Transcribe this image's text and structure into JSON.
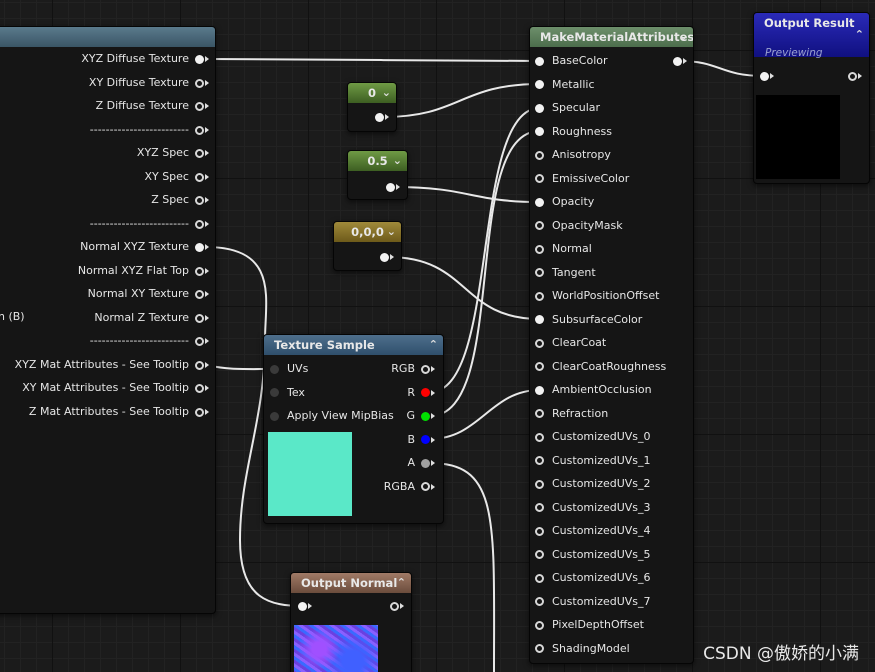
{
  "func_node": {
    "outputs": [
      "XYZ Diffuse Texture",
      "XY Diffuse Texture",
      "Z Diffuse Texture",
      "-------------------------",
      "XYZ Spec",
      "XY Spec",
      "Z Spec",
      "-------------------------",
      "Normal XYZ Texture",
      "Normal XYZ Flat Top",
      "Normal XY Texture",
      "Normal Z Texture",
      "-------------------------",
      "XYZ Mat Attributes - See Tooltip",
      "XY Mat Attributes - See Tooltip",
      "Z Mat Attributes - See Tooltip"
    ],
    "clipped_input": "n (B)"
  },
  "mma_node": {
    "title": "MakeMaterialAttributes",
    "collapse_icon": "chevron-down-icon",
    "inputs": [
      "BaseColor",
      "Metallic",
      "Specular",
      "Roughness",
      "Anisotropy",
      "EmissiveColor",
      "Opacity",
      "OpacityMask",
      "Normal",
      "Tangent",
      "WorldPositionOffset",
      "SubsurfaceColor",
      "ClearCoat",
      "ClearCoatRoughness",
      "AmbientOcclusion",
      "Refraction",
      "CustomizedUVs_0",
      "CustomizedUVs_1",
      "CustomizedUVs_2",
      "CustomizedUVs_3",
      "CustomizedUVs_4",
      "CustomizedUVs_5",
      "CustomizedUVs_6",
      "CustomizedUVs_7",
      "PixelDepthOffset",
      "ShadingModel"
    ]
  },
  "output_result": {
    "title": "Output Result",
    "subtitle": "Previewing"
  },
  "constants": {
    "c0": "0",
    "c05": "0.5",
    "c000": "0,0,0"
  },
  "texture_sample": {
    "title": "Texture Sample",
    "inputs": [
      "UVs",
      "Tex",
      "Apply View MipBias"
    ],
    "outputs": [
      "RGB",
      "R",
      "G",
      "B",
      "A",
      "RGBA"
    ],
    "preview_color": "#5ae8c8",
    "pin_colors": {
      "R": "#ff0000",
      "G": "#00e000",
      "B": "#0000ff",
      "A": "#a0a0a0"
    }
  },
  "output_normal": {
    "title": "Output Normal"
  },
  "watermark": "CSDN @傲娇的小满"
}
